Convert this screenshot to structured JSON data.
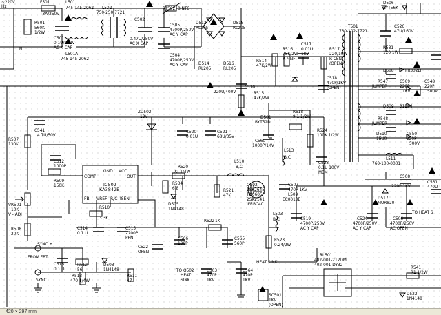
{
  "status": {
    "page_size": "420 × 297 mm"
  },
  "labels": {
    "in_volt": "~220V",
    "in_freq": "Hz",
    "n_terminal": "N",
    "f501": "F501",
    "f501v": "T3A/250V",
    "r501": "R501",
    "r501v1": "560K",
    "r501v2": "1/2W",
    "l501": "L501",
    "l501v": "745-145-2062",
    "l501a": "L501A",
    "l501av": "745-145-2062",
    "c501": "C501",
    "c501v1": "0.1U/250V",
    "c501v2": "AC X CAP",
    "l502": "L502",
    "l502v": "750-250-7721",
    "c502": "C502",
    "c502v1": "0.47U/250V",
    "c502v2": "AC X CAP",
    "rt502": "RT502",
    "rt502v": "8 NTC",
    "c505": "C505",
    "c505v1": "4700P/250V",
    "c505v2": "AC Y CAP",
    "c504": "C504",
    "c504v1": "4700P/250V",
    "c504v2": "AC Y CAP",
    "d512": "D512",
    "d512v": "RL205",
    "d515": "D515",
    "d515v": "RL205",
    "d514": "D514",
    "d514v": "RL205",
    "d516": "D516",
    "d516v": "RL205",
    "r514": "R514",
    "r514v": "47K/2W",
    "r516": "R516",
    "r516v1": "75K/2W",
    "r516v2": "R-MNF",
    "c517": "C517",
    "c517v1": "0.01U",
    "c517v2": "1KV",
    "r517": "R517",
    "r517v1": "220/10W",
    "r517v2": "R CEN",
    "r517v3": "(OPEN)",
    "c518": "C518",
    "c518v1": "470P/1KV",
    "c518v2": "(OPEN)",
    "t501": "T501",
    "t501v": "730-102-7721",
    "c510": "C510",
    "c510v": "220U/400V",
    "r515": "R515",
    "r515v": "47K/2W",
    "d501": "D501",
    "d501v": "BYT52D",
    "r518": "R518",
    "r518v": "9.1 1/2W",
    "c560": "C560",
    "c560v": "1000P/1KV",
    "r524": "R524",
    "r524v": "100K 1/2W",
    "c523": "C523",
    "c523v1": "0.1U 100V",
    "c523v2": "MEM",
    "l513": "L513",
    "l513v": "B,C",
    "d506": "D506",
    "d506v": "BYT56K",
    "c526": "C526",
    "c526v": "47U/160V",
    "r531": "R531",
    "r531v": "120 1W",
    "d508": "D508",
    "d508v": "FR302LF",
    "r547": "R547",
    "r547v": "JUMPER",
    "c509": "C509",
    "c509v1": "220P",
    "c509v2": "1KV",
    "c548": "C548",
    "c548v1": "220P",
    "c548v2": "500V",
    "d509": "D509",
    "d509v": "31DF4",
    "r548": "R548",
    "r548v": "JUMPER",
    "d510": "D510",
    "d510v": "1EU0",
    "c550": "C550",
    "c550v1": "220P",
    "c550v2": "500V",
    "l511": "L511",
    "l511v": "760-100-0001",
    "c508": "C508",
    "c508v": "220P 1KV",
    "d517": "D517",
    "d517v": "MUR820",
    "c531": "C531",
    "c531v": "470U",
    "to_heatsink": "TO HEAT S",
    "c541": "C541",
    "c541v": "4.7U/50V",
    "zd502": "ZD502",
    "zd502v": "18V",
    "c520": "C520",
    "c520v": "0.01U",
    "c521": "C521",
    "c521v": "68U/35V",
    "r507": "R507",
    "r507v": "130K",
    "c512": "C512",
    "c512v": "1000P",
    "r509": "R509",
    "r509v": "150K",
    "ic_name": "IC502",
    "ic_part": "KA3842B",
    "pin_comp": "COMP",
    "pin_gnd": "GND",
    "pin_vcc": "VCC",
    "pin_out": "OUT",
    "pin_fb": "FB",
    "pin_vref": "VREF",
    "pin_rc": "R/C",
    "pin_isen": "ISEN",
    "r520": "R520",
    "r520v": "22 1/4W",
    "l510": "L510",
    "l510v": "B,C",
    "r534": "R534",
    "r534v": "6.8",
    "d505": "D505",
    "d505v": "1N4148",
    "r521": "R521",
    "r521v": "47K",
    "q502": "Q502",
    "q502v1": "2SK2645",
    "q502v2": "TN0605P",
    "q502v3": "2SK2141",
    "q502v4": "IFRBC40",
    "c507": "C507",
    "c507v": "470P 1KV",
    "l509": "L509",
    "l509v": "EC0010E",
    "vr501": "VR501",
    "vr501v1": "10K",
    "vr501v2": "V - ADJ",
    "r510": "R510",
    "r510v": "3.3K",
    "c514": "C514",
    "c514v": "0.1 U",
    "c515": "C515",
    "c515v1": "2700P",
    "c515v2": "PPN",
    "r508": "R508",
    "r508v": "20K",
    "l503": "L503",
    "l503v": "B,C",
    "r522": "R522",
    "r522v": "1K",
    "c522": "C522",
    "c522v": "OPEN",
    "c566": "C566",
    "c566v": "100P",
    "c565": "C565",
    "c565v": "560P",
    "r523": "R523",
    "r523v": "0.24/2W",
    "c519": "C519",
    "c519v1": "4700P/250V",
    "c519v2": "AC Y CAP",
    "c524": "C524",
    "c524v1": "4700P/250V",
    "c524v2": "AC Y CAP",
    "c506": "C506",
    "c506v1": "4700P/250V",
    "c506v2": "AC OPEN",
    "sync_plus": "SYNC +",
    "from_fbt": "FROM FBT",
    "sync": "SYNC",
    "c516": "C516",
    "c516v": "0.1 U",
    "r512": "R512",
    "r512v": "56",
    "r513": "R513",
    "r513v": "470 1/4W",
    "d503": "D503",
    "d503v": "1N4148",
    "r511": "R511",
    "r511v": "47",
    "to_q502": "TO Q502",
    "heat_sink": "HEAT",
    "heat_sink2": "SINK",
    "c503": "C503",
    "c503v1": "470P",
    "c503v2": "1KV",
    "c564": "C564",
    "c564v1": "470P",
    "c564v2": "1KV",
    "heat_sink_label": "HEAT SINK",
    "rl501": "RL501",
    "rl501v1": "402-001-212DM",
    "rl501v2": "402-001-DY32",
    "sc501": "SC501",
    "sc501v1": "1KV",
    "sc501v2": "(OPEN)",
    "r541": "R541",
    "r541v": "R1 1/2W",
    "d522": "D522",
    "d522v": "1N4148"
  }
}
